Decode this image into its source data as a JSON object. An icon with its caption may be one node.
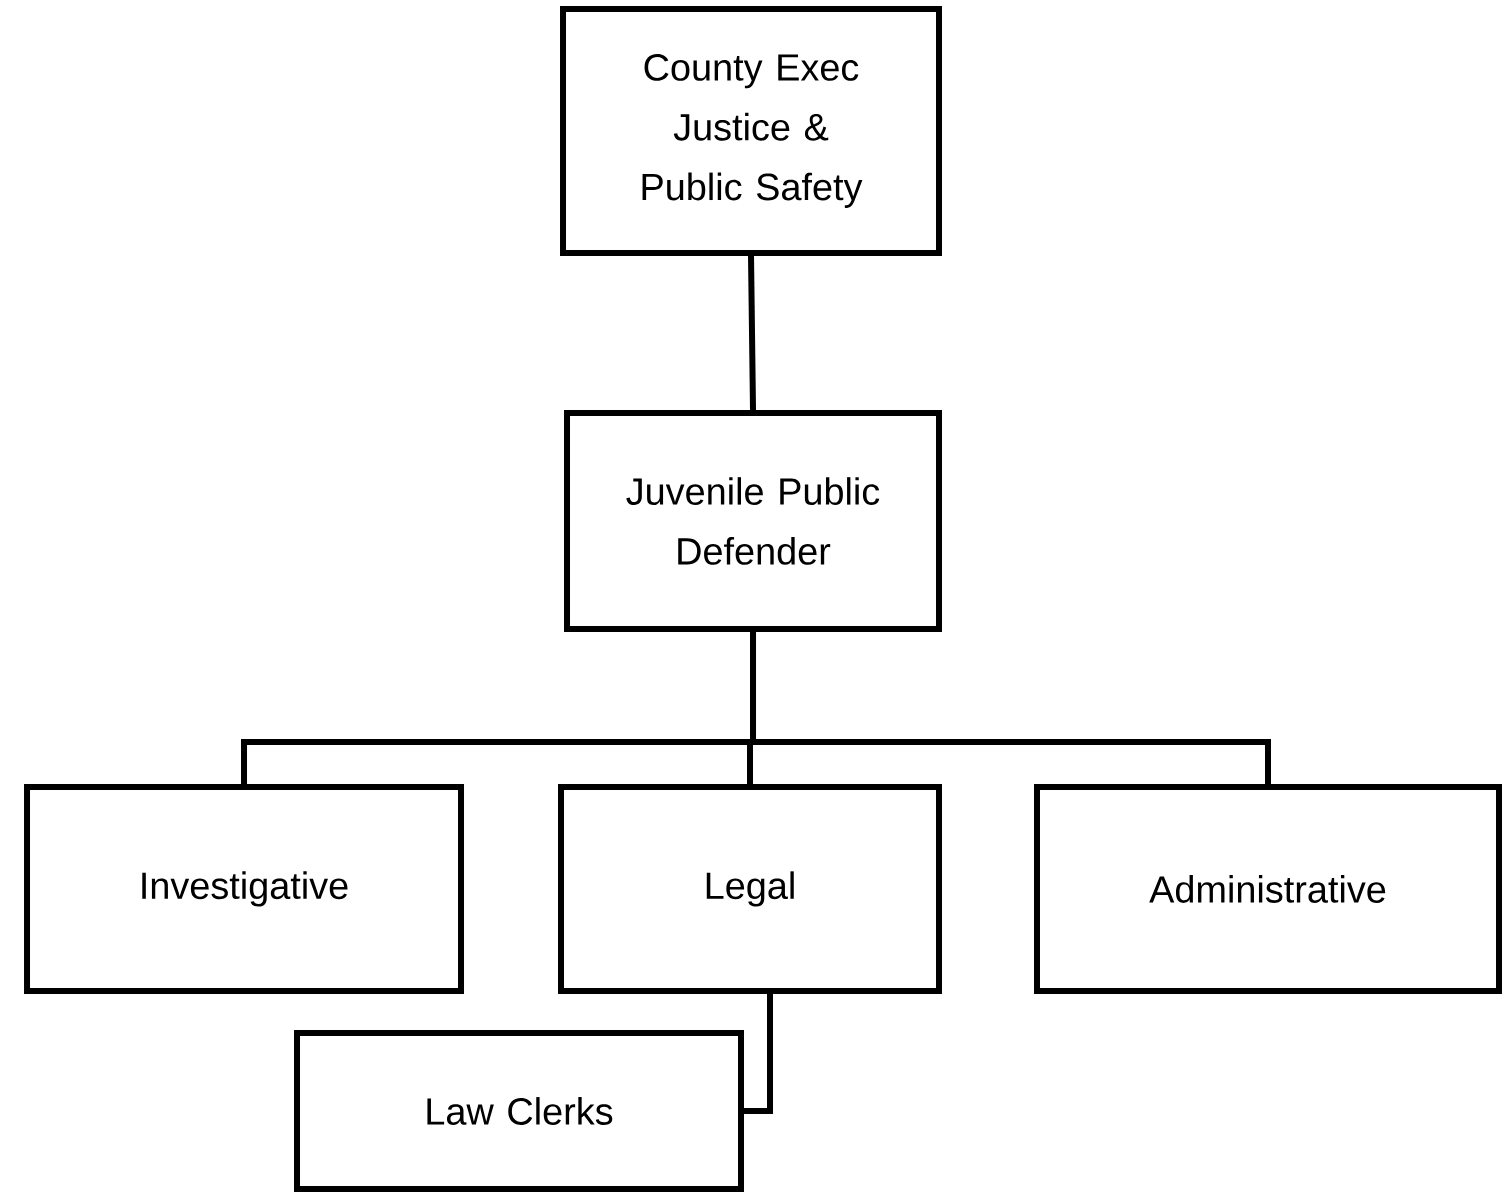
{
  "diagram": {
    "nodes": [
      {
        "text": [
          "County Exec Justice & Public Safety"
        ]
      },
      {
        "text": [
          "Juvenile Public Defender"
        ]
      },
      {
        "text": [
          "Investigative"
        ]
      },
      {
        "text": [
          "Legal"
        ]
      },
      {
        "text": [
          "Administrative"
        ]
      },
      {
        "text": [
          "Law Clerks"
        ]
      }
    ],
    "edges": [
      {
        "from": 0,
        "to": 1,
        "arrow": "none"
      },
      {
        "from": 1,
        "to": 2,
        "arrow": "none"
      },
      {
        "from": 1,
        "to": 3,
        "arrow": "none"
      },
      {
        "from": 1,
        "to": 4,
        "arrow": "none"
      },
      {
        "from": 3,
        "to": 5,
        "arrow": "none"
      }
    ]
  }
}
